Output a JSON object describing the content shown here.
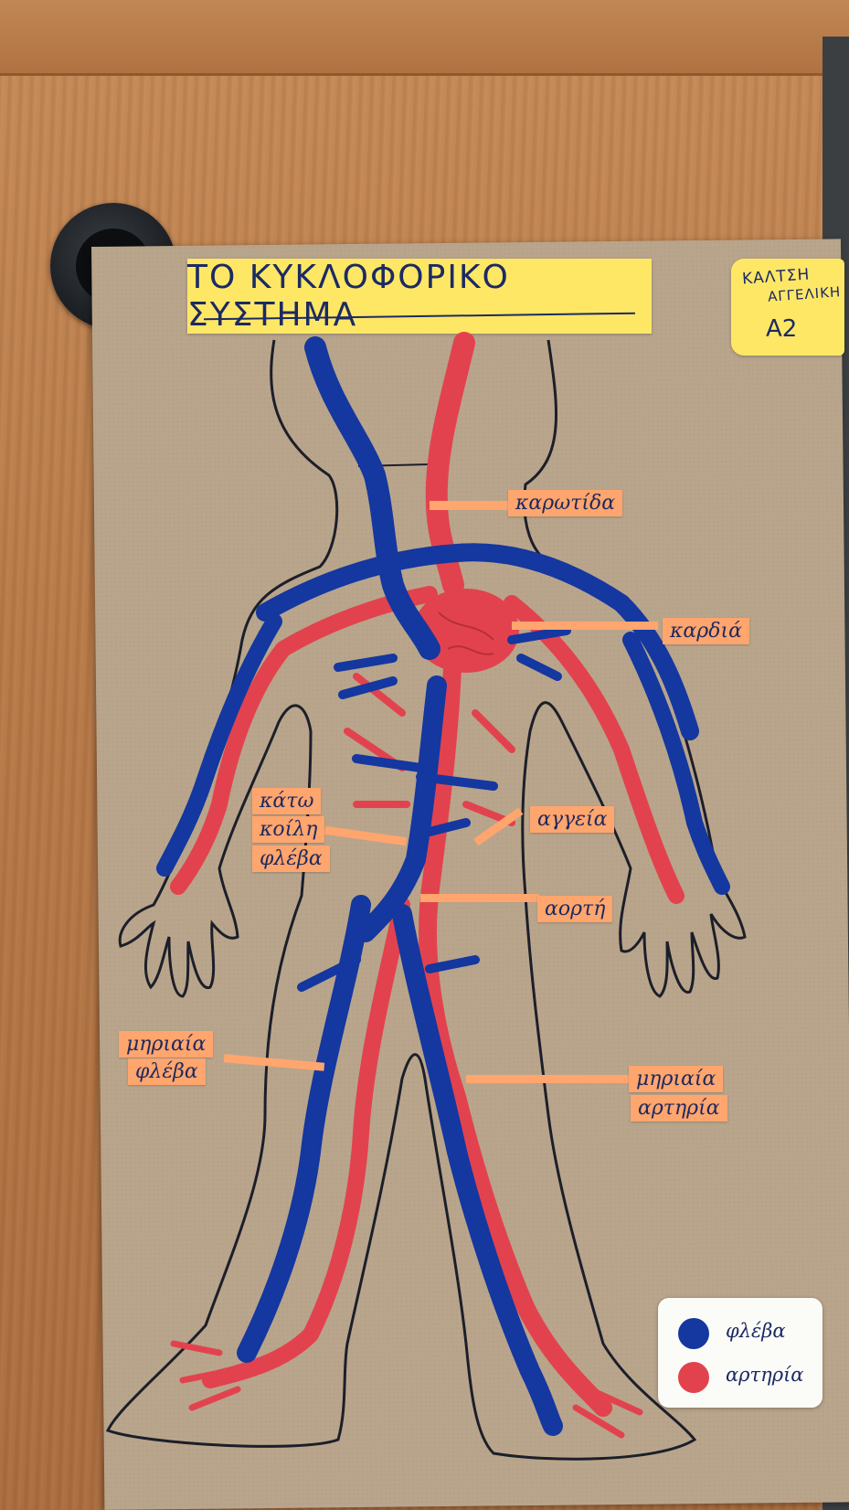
{
  "poster": {
    "title": "ΤΟ ΚΥΚΛΟΦΟΡΙΚΟ ΣΥΣΤΗΜΑ",
    "author_line1": "ΚΑΛΤΣΗ",
    "author_line2": "ΑΓΓΕΛΙΚΗ",
    "class_label": "Α2"
  },
  "labels": {
    "carotid": "καρωτίδα",
    "heart": "καρδιά",
    "vena_cava_1": "κάτω",
    "vena_cava_2": "κοίλη",
    "vena_cava_3": "φλέβα",
    "vessels": "αγγεία",
    "aorta": "αορτή",
    "femoral_vein_1": "μηριαία",
    "femoral_vein_2": "φλέβα",
    "femoral_artery_1": "μηριαία",
    "femoral_artery_2": "αρτηρία"
  },
  "legend": {
    "vein_label": "φλέβα",
    "artery_label": "αρτηρία",
    "vein_color": "#1437a0",
    "artery_color": "#e2424e"
  },
  "colors": {
    "poster_board": "#b9a58b",
    "title_paper": "#ffe766",
    "label_paper": "#ffa56e",
    "outline_ink": "#1c1f2a"
  }
}
